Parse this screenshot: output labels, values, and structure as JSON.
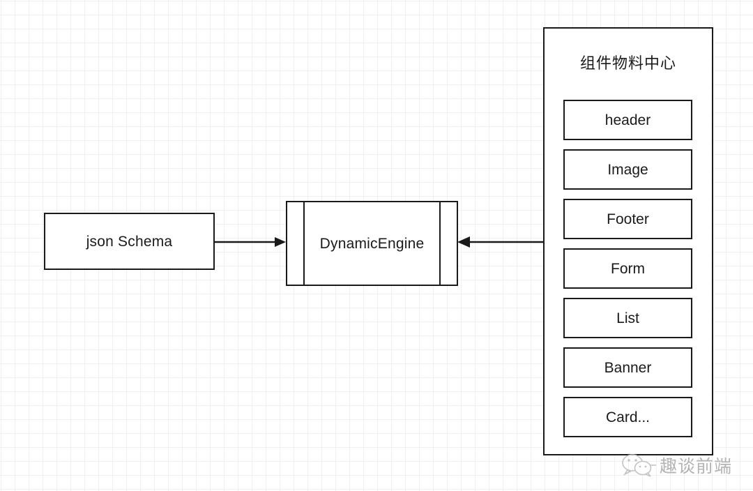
{
  "diagram": {
    "title_hidden": "",
    "nodes": {
      "json_schema": {
        "label": "json Schema"
      },
      "dynamic_engine": {
        "label": "DynamicEngine"
      }
    },
    "material_center": {
      "title": "组件物料中心",
      "components": [
        {
          "label": "header"
        },
        {
          "label": "Image"
        },
        {
          "label": "Footer"
        },
        {
          "label": "Form"
        },
        {
          "label": "List"
        },
        {
          "label": "Banner"
        },
        {
          "label": "Card..."
        }
      ]
    },
    "connectors": [
      {
        "name": "schema-to-engine",
        "from": "json Schema",
        "to": "DynamicEngine",
        "direction": "right"
      },
      {
        "name": "center-to-engine",
        "from": "组件物料中心",
        "to": "DynamicEngine",
        "direction": "left"
      }
    ]
  },
  "watermark": {
    "text": "趣谈前端",
    "icon": "wechat-icon",
    "color": "#b4b4b4"
  },
  "colors": {
    "stroke": "#1a1a1a",
    "background": "#ffffff",
    "grid_minor": "#f0f0f0",
    "grid_major": "#e2e2e2"
  }
}
